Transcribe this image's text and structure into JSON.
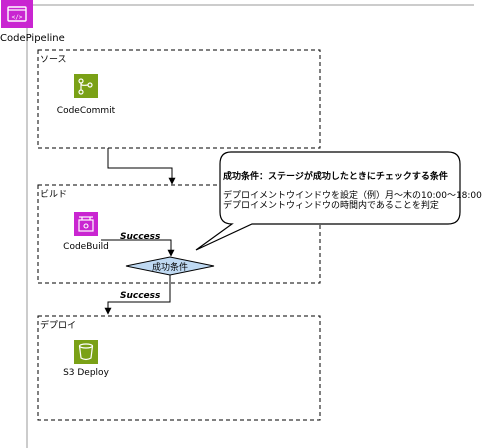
{
  "pipeline": {
    "service_name": "CodePipeline"
  },
  "stages": [
    {
      "label": "ソース",
      "action": {
        "label": "CodeCommit",
        "icon": "codecommit-icon",
        "color": "#7AA116"
      }
    },
    {
      "label": "ビルド",
      "action": {
        "label": "CodeBuild",
        "icon": "codebuild-icon",
        "color": "#C925D1"
      }
    },
    {
      "label": "デプロイ",
      "action": {
        "label": "S3 Deploy",
        "icon": "s3-bucket-icon",
        "color": "#7AA116"
      }
    }
  ],
  "condition": {
    "label": "成功条件",
    "color": "#BFD9F2"
  },
  "edges": {
    "build_to_condition": "Success",
    "condition_to_deploy": "Success"
  },
  "callout": {
    "title": "成功条件：ステージが成功したときにチェックする条件",
    "lines": [
      "デプロイメントウインドウを設定（例）月～木の10:00～18:00",
      "デプロイメントウィンドウの時間内であることを判定"
    ]
  },
  "colors": {
    "pipeline_icon": "#C925D1",
    "stage_border": "#000000"
  }
}
